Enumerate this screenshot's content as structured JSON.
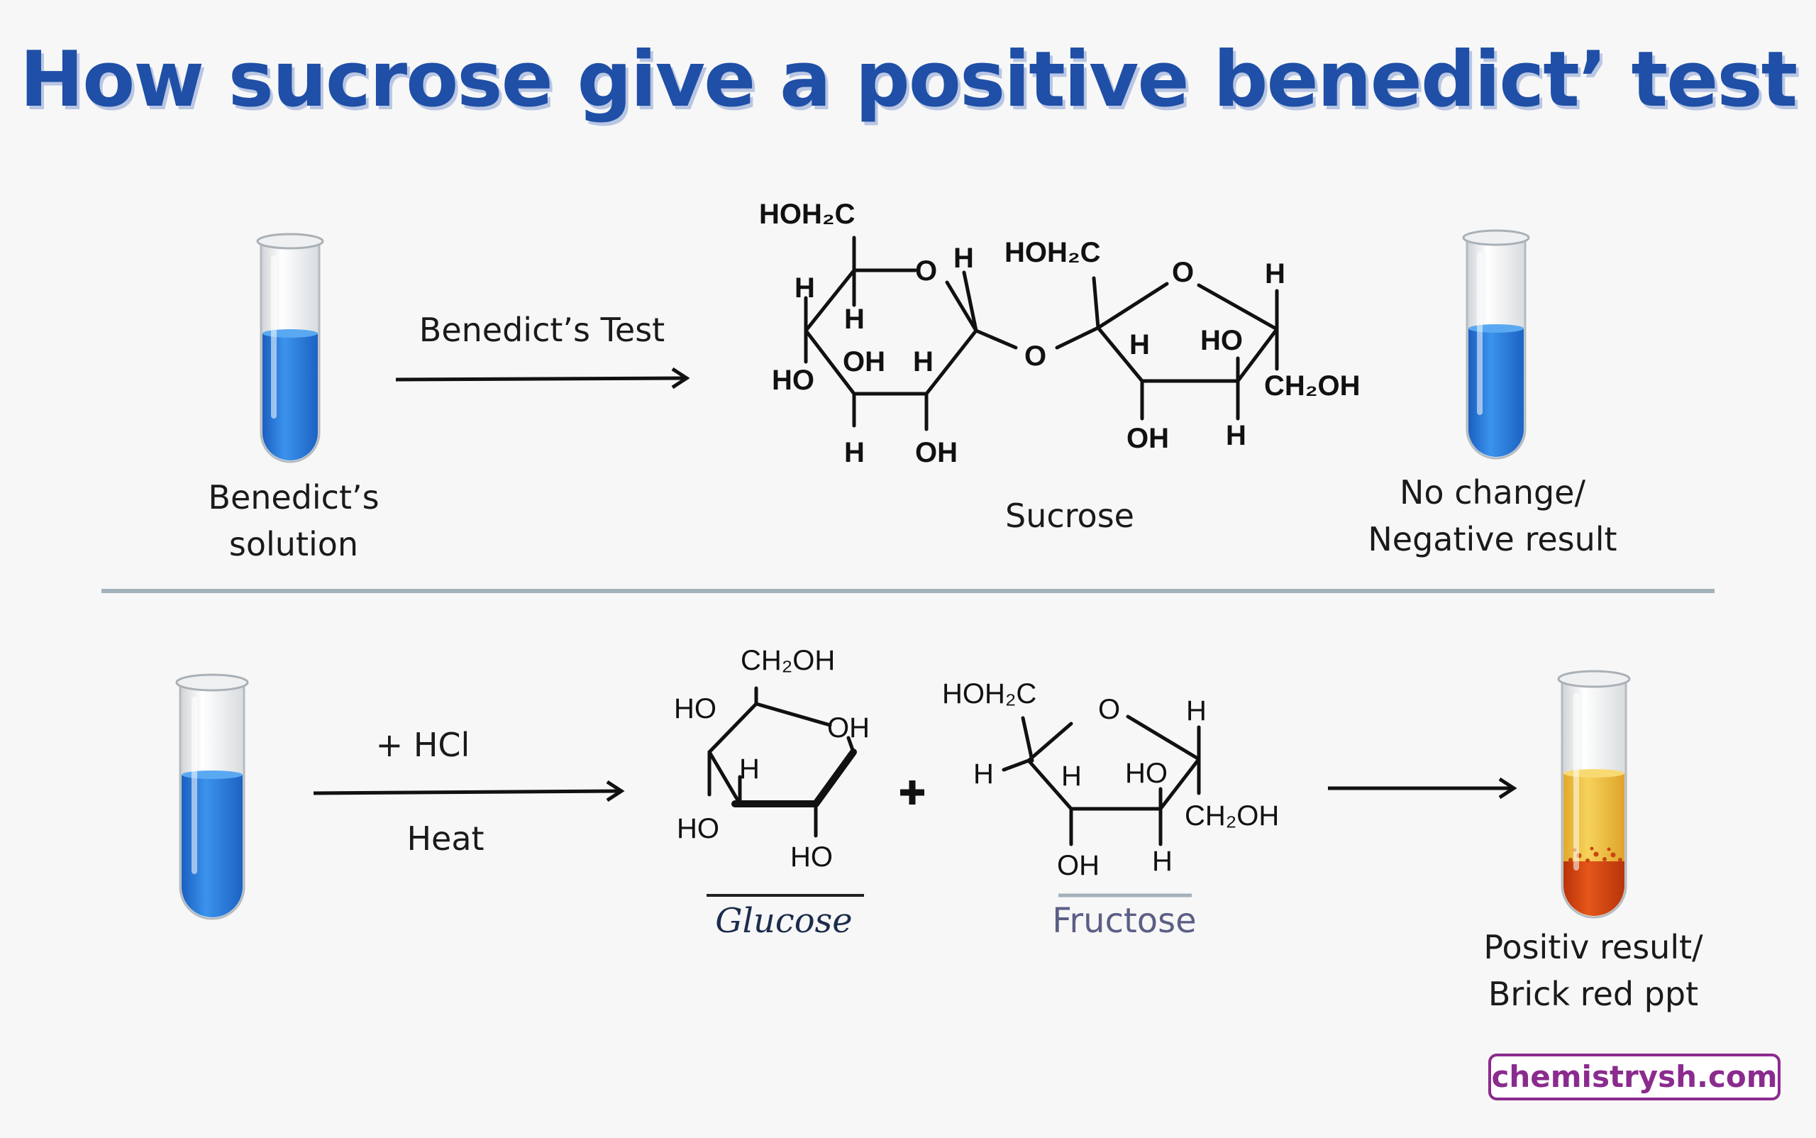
{
  "title": "How sucrose give a positive benedict’ test",
  "colors": {
    "title": "#1f4fa6",
    "blue_solution": "#2a7de0",
    "brick_red": "#d4470f",
    "yellow_supernatant": "#f0c23a",
    "divider": "#a3b1bb",
    "brand": "#8a2b8e"
  },
  "top_row": {
    "tube_label_1": "Benedict’s",
    "tube_label_2": "solution",
    "arrow_label": "Benedict’s Test",
    "sucrose_label": "Sucrose",
    "result_line_1": "No change/",
    "result_line_2": "Negative result",
    "tube_left_icon": "blue-test-tube-icon",
    "tube_right_icon": "blue-test-tube-icon"
  },
  "sucrose_atoms": {
    "glc_ch2": "HOH₂C",
    "glc_o": "O",
    "glc_h1": "H",
    "glc_h2": "H",
    "glc_h3": "H",
    "glc_ho": "HO",
    "glc_oh": "OH",
    "glc_h4": "H",
    "glc_h5": "H",
    "glc_oh2": "OH",
    "bridge_o": "O",
    "fru_ch2": "HOH₂C",
    "fru_o": "O",
    "fru_h1": "H",
    "fru_h2": "H",
    "fru_ho": "HO",
    "fru_ch2oh": "CH₂OH",
    "fru_oh": "OH",
    "fru_h3": "H"
  },
  "bottom_row": {
    "arrow_label_top": "+ HCl",
    "arrow_label_bottom": "Heat",
    "plus_sign": "+",
    "glucose_label": "Glucose",
    "fructose_label": "Fructose",
    "result_line_1": "Positiv result/",
    "result_line_2": "Brick red ppt",
    "tube_left_icon": "blue-test-tube-icon",
    "tube_right_icon": "brick-red-precipitate-tube-icon"
  },
  "glucose_atoms": {
    "ch2oh": "CH₂OH",
    "ho_top": "HO",
    "oh": "OH",
    "h": "H",
    "ho_left": "HO",
    "ho_bottom": "HO"
  },
  "fructose_atoms": {
    "ch2": "HOH₂C",
    "o": "O",
    "h_right": "H",
    "h_left": "H",
    "h_inner": "H",
    "ho": "HO",
    "ch2oh": "CH₂OH",
    "oh": "OH",
    "h_bottom": "H"
  },
  "brand": "chemistrysh.com"
}
